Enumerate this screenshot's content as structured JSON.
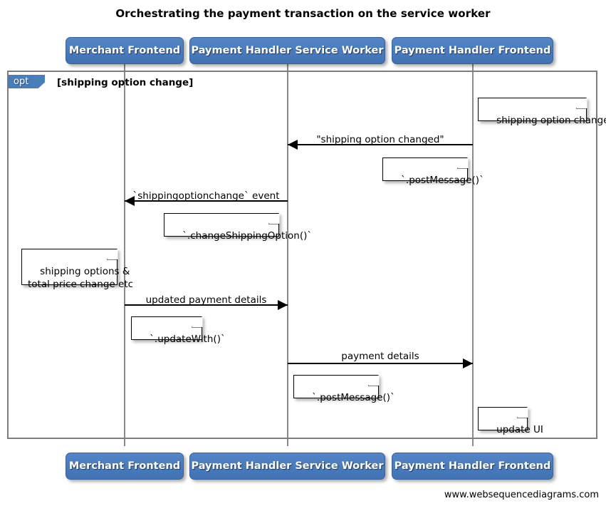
{
  "title": "Orchestrating the payment transaction on the service worker",
  "credit": "www.websequencediagrams.com",
  "colors": {
    "participant_fill": "#4a7ebb",
    "participant_border": "#3a6099",
    "frame_border": "#7d7d7d",
    "lifeline": "#8a8a8a",
    "message": "#000000",
    "note_fill": "#ffffff",
    "background": "#ffffff"
  },
  "participants": [
    {
      "id": "merchant-frontend",
      "label": "Merchant Frontend"
    },
    {
      "id": "payment-handler-service-worker",
      "label": "Payment Handler Service Worker"
    },
    {
      "id": "payment-handler-frontend",
      "label": "Payment Handler Frontend"
    }
  ],
  "fragment": {
    "type": "opt",
    "tag": "opt",
    "condition": "[shipping option change]"
  },
  "messages": [
    {
      "id": "shipping-option-changed",
      "label": "\"shipping option changed\"",
      "from": "payment-handler-frontend",
      "to": "payment-handler-service-worker",
      "direction": "left"
    },
    {
      "id": "shippingoptionchange-event",
      "label": "`shippingoptionchange` event",
      "from": "payment-handler-service-worker",
      "to": "merchant-frontend",
      "direction": "left"
    },
    {
      "id": "updated-payment-details",
      "label": "updated payment details",
      "from": "merchant-frontend",
      "to": "payment-handler-service-worker",
      "direction": "right"
    },
    {
      "id": "payment-details",
      "label": "payment details",
      "from": "payment-handler-service-worker",
      "to": "payment-handler-frontend",
      "direction": "right"
    }
  ],
  "notes": [
    {
      "id": "note-shipping-option-changed",
      "text": "shipping option changed"
    },
    {
      "id": "note-post-message-1",
      "text": "`.postMessage()`"
    },
    {
      "id": "note-change-shipping-option",
      "text": "`.changeShippingOption()`"
    },
    {
      "id": "note-shipping-options-total-price",
      "text": "shipping options &\ntotal price change etc"
    },
    {
      "id": "note-update-with",
      "text": "`.updateWith()`"
    },
    {
      "id": "note-post-message-2",
      "text": "`.postMessage()`"
    },
    {
      "id": "note-update-ui",
      "text": "update UI"
    }
  ]
}
